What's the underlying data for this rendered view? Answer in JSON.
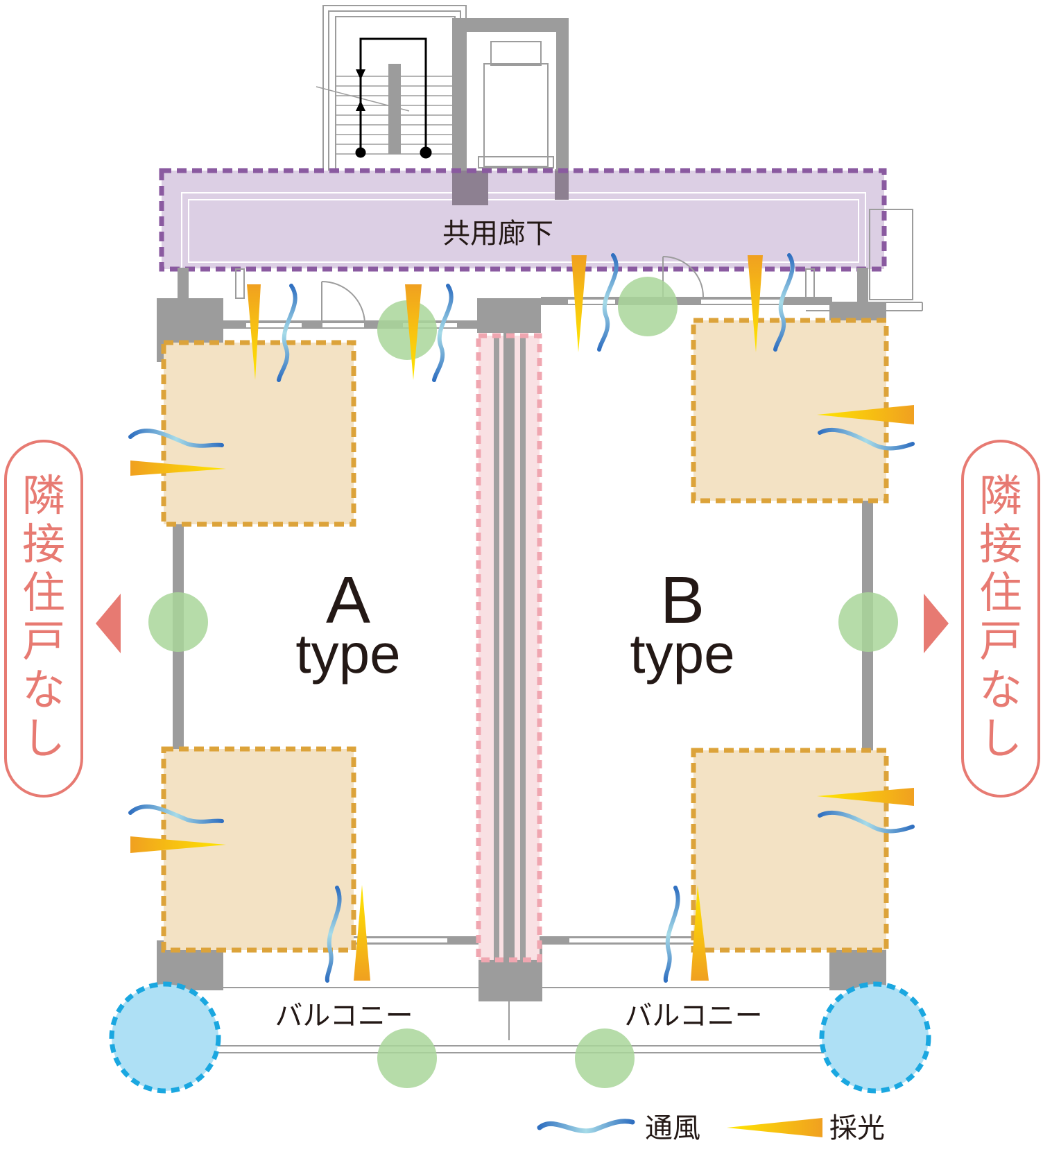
{
  "labels": {
    "corridor": "共用廊下",
    "balcony_left": "バルコニー",
    "balcony_right": "バルコニー",
    "unit_a_letter": "A",
    "unit_a_suffix": "type",
    "unit_b_letter": "B",
    "unit_b_suffix": "type",
    "no_neighbor_left": [
      "隣",
      "接",
      "住",
      "戸",
      "な",
      "し"
    ],
    "no_neighbor_right": [
      "隣",
      "接",
      "住",
      "戸",
      "な",
      "し"
    ]
  },
  "legend": {
    "ventilation_label": "通風",
    "daylight_label": "採光"
  },
  "colors": {
    "wall": "#9c9c9c",
    "wall_dark": "#8a8a8a",
    "corridor_fill": "#dccfe4",
    "corridor_border": "#8a5aa0",
    "room_fill": "#f3e2c4",
    "room_border": "#dca33a",
    "party_wall_fill": "#f9e0e3",
    "party_wall_border": "#f0a6b0",
    "green_circle": "#a9d69a",
    "blue_circle": "#aee0f5",
    "blue_circle_border": "#1aa7e0",
    "accent_red": "#e77a72",
    "text": "#231815",
    "light_yellow": "#ffe600",
    "light_orange": "#f0a020",
    "wind_blue": "#4a7fcc",
    "wind_light": "#a6dbe8"
  }
}
